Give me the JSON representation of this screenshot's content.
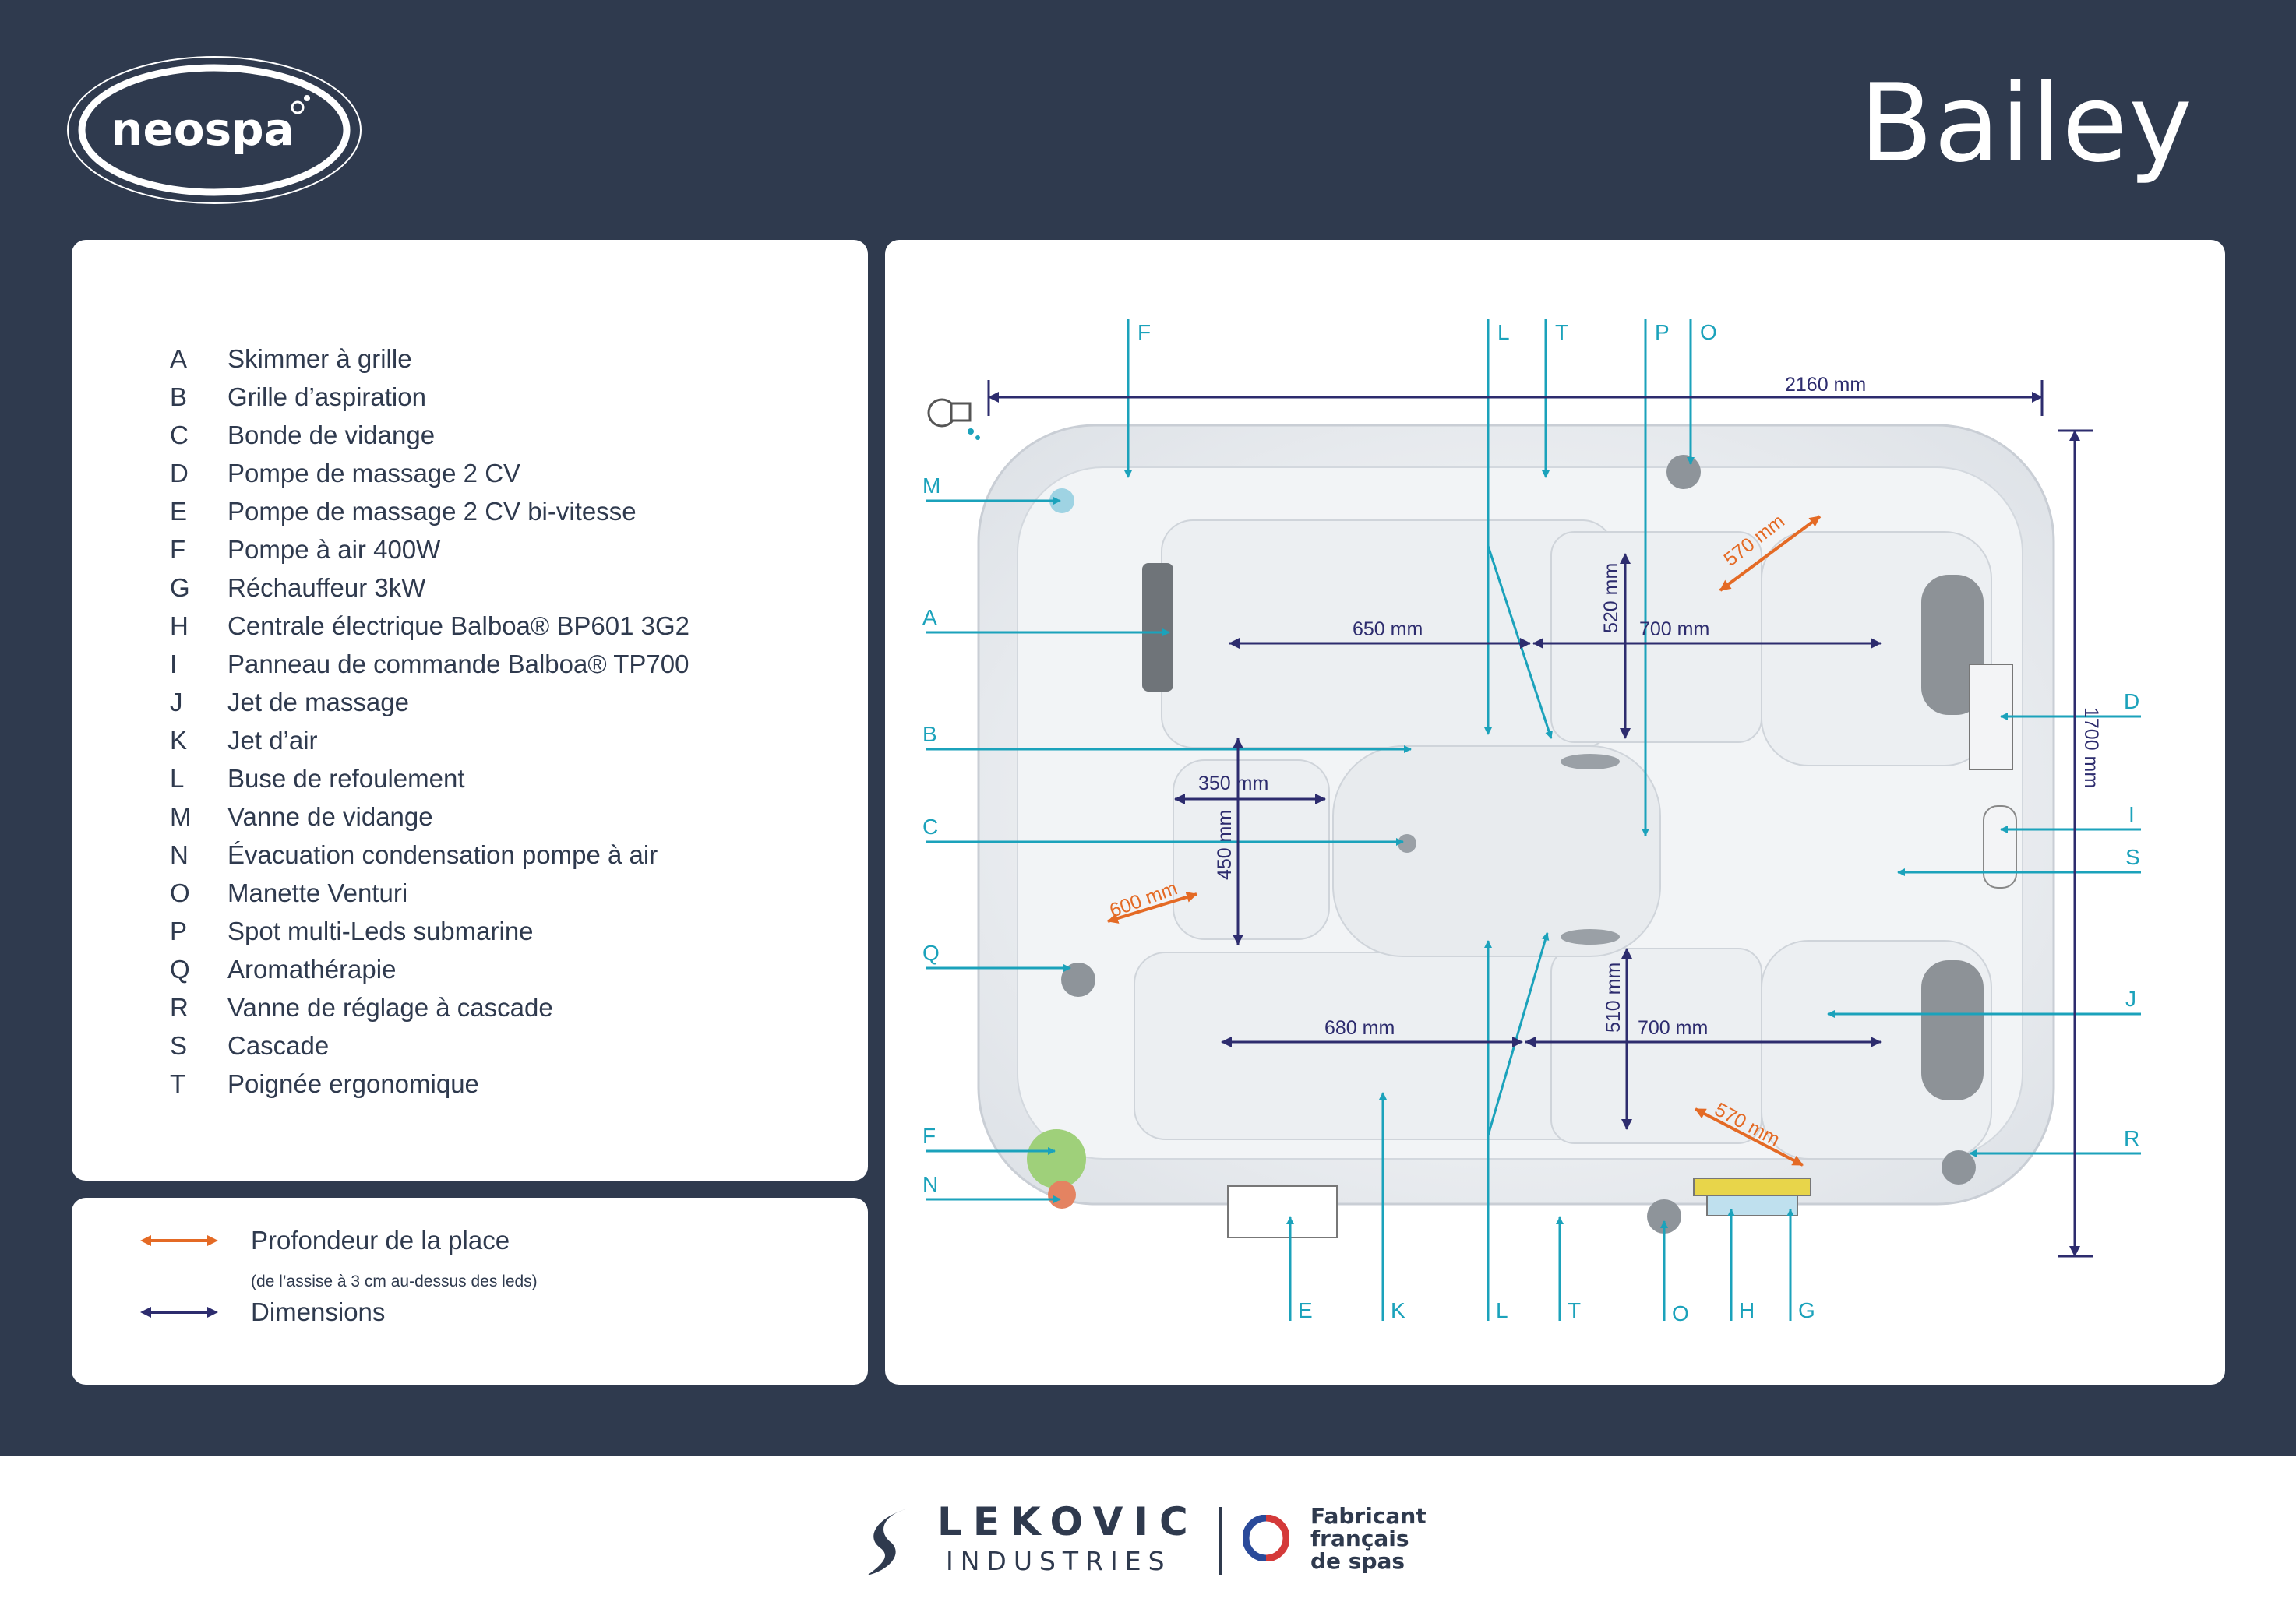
{
  "header": {
    "brand": "neospa",
    "model_title": "Bailey"
  },
  "legend": [
    {
      "letter": "A",
      "text": "Skimmer à grille"
    },
    {
      "letter": "B",
      "text": "Grille d’aspiration"
    },
    {
      "letter": "C",
      "text": "Bonde de vidange"
    },
    {
      "letter": "D",
      "text": "Pompe de massage 2 CV"
    },
    {
      "letter": "E",
      "text": "Pompe de massage 2 CV bi-vitesse"
    },
    {
      "letter": "F",
      "text": "Pompe à air 400W"
    },
    {
      "letter": "G",
      "text": "Réchauffeur 3kW"
    },
    {
      "letter": "H",
      "text": "Centrale électrique Balboa® BP601 3G2"
    },
    {
      "letter": "I",
      "text": "Panneau de commande Balboa® TP700"
    },
    {
      "letter": "J",
      "text": "Jet de massage"
    },
    {
      "letter": "K",
      "text": "Jet d’air"
    },
    {
      "letter": "L",
      "text": "Buse de refoulement"
    },
    {
      "letter": "M",
      "text": "Vanne de vidange"
    },
    {
      "letter": "N",
      "text": "Évacuation condensation pompe à air"
    },
    {
      "letter": "O",
      "text": "Manette Venturi"
    },
    {
      "letter": "P",
      "text": "Spot multi-Leds submarine"
    },
    {
      "letter": "Q",
      "text": "Aromathérapie"
    },
    {
      "letter": "R",
      "text": "Vanne de réglage à cascade"
    },
    {
      "letter": "S",
      "text": "Cascade"
    },
    {
      "letter": "T",
      "text": "Poignée ergonomique"
    }
  ],
  "key": {
    "depth_label": "Profondeur de la place",
    "depth_note": "(de l’assise à 3 cm au-dessus des leds)",
    "dimensions_label": "Dimensions",
    "depth_color": "#e46a25",
    "dimension_color": "#2d2c6e"
  },
  "diagram": {
    "accent_color": "#1ba2bb",
    "labels": {
      "F_top": "F",
      "L_top": "L",
      "T_top": "T",
      "P_top": "P",
      "O_top": "O",
      "M": "M",
      "A": "A",
      "B": "B",
      "C": "C",
      "Q": "Q",
      "F_left": "F",
      "N": "N",
      "D": "D",
      "I": "I",
      "S": "S",
      "J": "J",
      "R": "R",
      "E": "E",
      "K": "K",
      "L_bottom": "L",
      "T_bottom": "T",
      "O_bottom": "O",
      "H": "H",
      "G": "G"
    },
    "dimensions": {
      "overall_length": "2160 mm",
      "overall_width": "1700 mm",
      "seat_top_left": "650 mm",
      "seat_top_right": "700 mm",
      "seat_top_depth": "520 mm",
      "lounger_width": "350 mm",
      "lounger_length": "450 mm",
      "seat_bottom_left": "680 mm",
      "seat_bottom_right": "700 mm",
      "seat_bottom_depth": "510 mm"
    },
    "depths": {
      "top_right": "570 mm",
      "bottom_right": "570 mm",
      "left": "600 mm"
    }
  },
  "footer": {
    "brand_name": "LEKOVIC",
    "brand_sub": "INDUSTRIES",
    "tagline_1": "Fabricant",
    "tagline_2": "français",
    "tagline_3": "de spas"
  }
}
